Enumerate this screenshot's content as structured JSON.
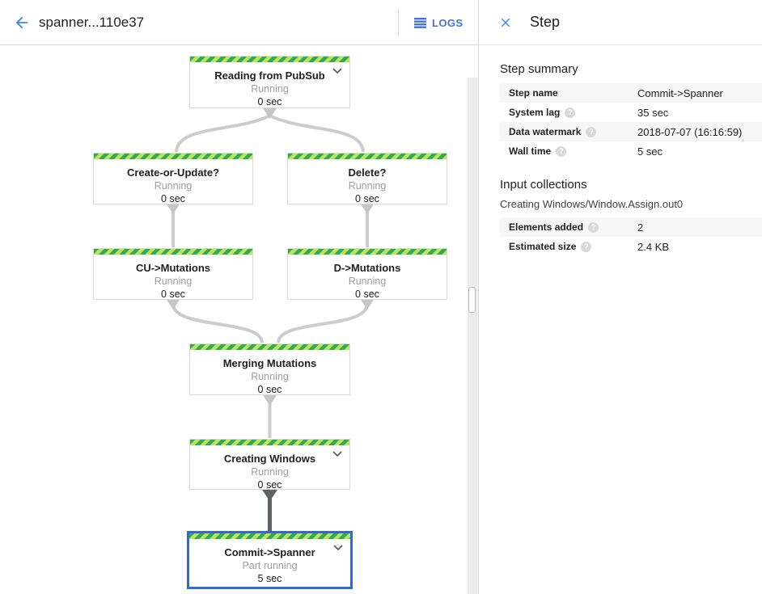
{
  "header": {
    "title": "spanner...110e37",
    "logs_label": "LOGS"
  },
  "step_panel": {
    "title": "Step",
    "help_glyph": "?",
    "summary": {
      "heading": "Step summary",
      "rows": [
        {
          "label": "Step name",
          "value": "Commit->Spanner"
        },
        {
          "label": "System lag",
          "value": "35 sec"
        },
        {
          "label": "Data watermark",
          "value": "2018-07-07 (16:16:59)"
        },
        {
          "label": "Wall time",
          "value": "5 sec"
        }
      ]
    },
    "input_collections": {
      "heading": "Input collections",
      "collection_name": "Creating Windows/Window.Assign.out0",
      "rows": [
        {
          "label": "Elements added",
          "value": "2"
        },
        {
          "label": "Estimated size",
          "value": "2.4 KB"
        }
      ]
    }
  },
  "graph": {
    "nodes": [
      {
        "title": "Reading from PubSub",
        "status": "Running",
        "time": "0 sec"
      },
      {
        "title": "Create-or-Update?",
        "status": "Running",
        "time": "0 sec"
      },
      {
        "title": "Delete?",
        "status": "Running",
        "time": "0 sec"
      },
      {
        "title": "CU->Mutations",
        "status": "Running",
        "time": "0 sec"
      },
      {
        "title": "D->Mutations",
        "status": "Running",
        "time": "0 sec"
      },
      {
        "title": "Merging Mutations",
        "status": "Running",
        "time": "0 sec"
      },
      {
        "title": "Creating Windows",
        "status": "Running",
        "time": "0 sec"
      },
      {
        "title": "Commit->Spanner",
        "status": "Part running",
        "time": "5 sec"
      }
    ]
  },
  "colors": {
    "accent_blue": "#4285f4",
    "logs_blue": "#4372dc",
    "selected_node_border": "#3367d6",
    "stripe_light_green": "#b7e75c",
    "stripe_dark_green": "#34a853",
    "edge_gray": "#cccccc",
    "edge_dark": "#5f6368"
  }
}
